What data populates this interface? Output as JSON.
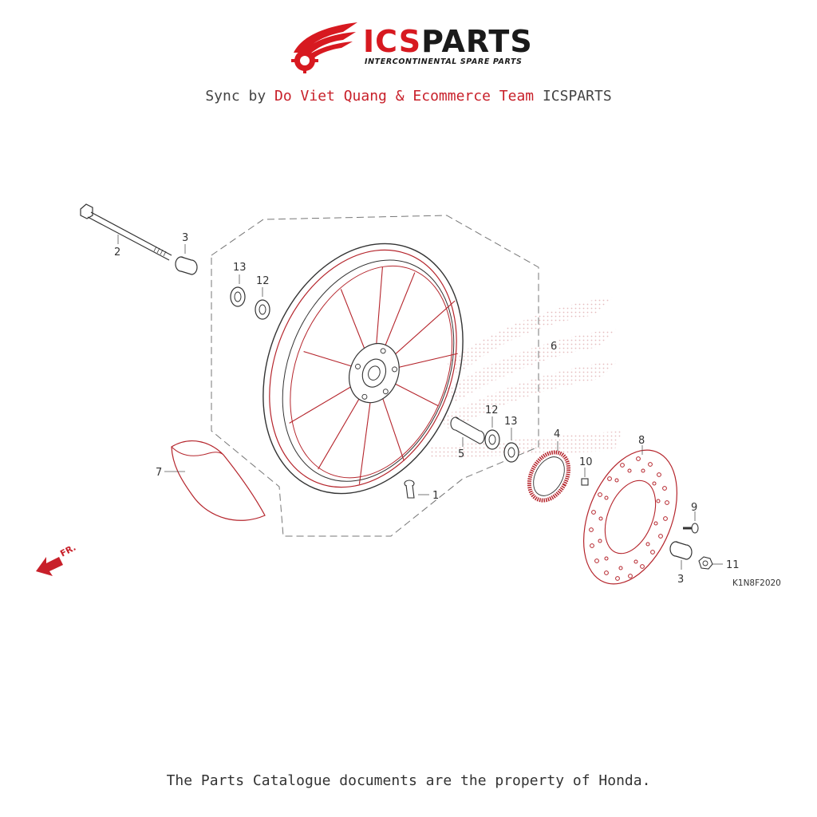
{
  "brand": {
    "name_red": "ICS",
    "name_dark": "PARTS",
    "tagline": "INTERCONTINENTAL SPARE PARTS"
  },
  "sync": {
    "prefix": "Sync by ",
    "highlight": "Do Viet Quang & Ecommerce Team",
    "suffix": " ICSPARTS"
  },
  "diagram": {
    "callouts": [
      "1",
      "2",
      "3",
      "13",
      "12",
      "6",
      "7",
      "5",
      "12",
      "13",
      "4",
      "10",
      "8",
      "9",
      "3",
      "11"
    ],
    "direction_label": "FR.",
    "drawing_code": "K1N8F2020"
  },
  "footer": {
    "text": "The Parts Catalogue documents are the property of Honda."
  },
  "colors": {
    "accent_red": "#d71920",
    "line_red": "#b5252c",
    "text_gray": "#444444"
  }
}
